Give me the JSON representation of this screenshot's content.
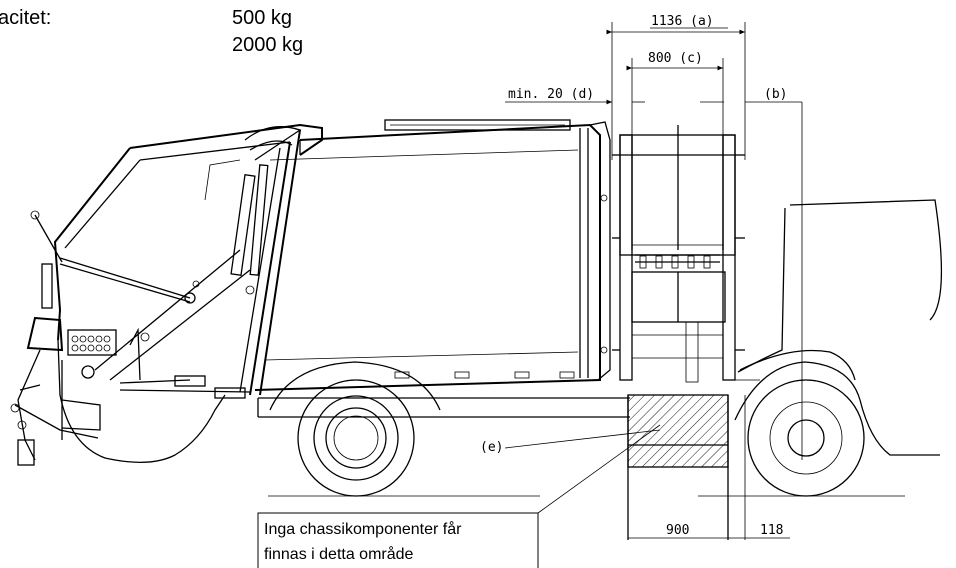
{
  "specs": {
    "label": "acitet:",
    "value_1": "500 kg",
    "value_2": "2000 kg"
  },
  "dimensions": {
    "overall_width": "1136 (a)",
    "inner_width": "800 (c)",
    "min_clearance": "min. 20 (d)",
    "offset_b": "(b)",
    "zone_length": "900",
    "zone_offset": "118",
    "zone_marker": "(e)"
  },
  "note": {
    "line_1": "Inga chassikomponenter får",
    "line_2": "finnas i detta område"
  }
}
